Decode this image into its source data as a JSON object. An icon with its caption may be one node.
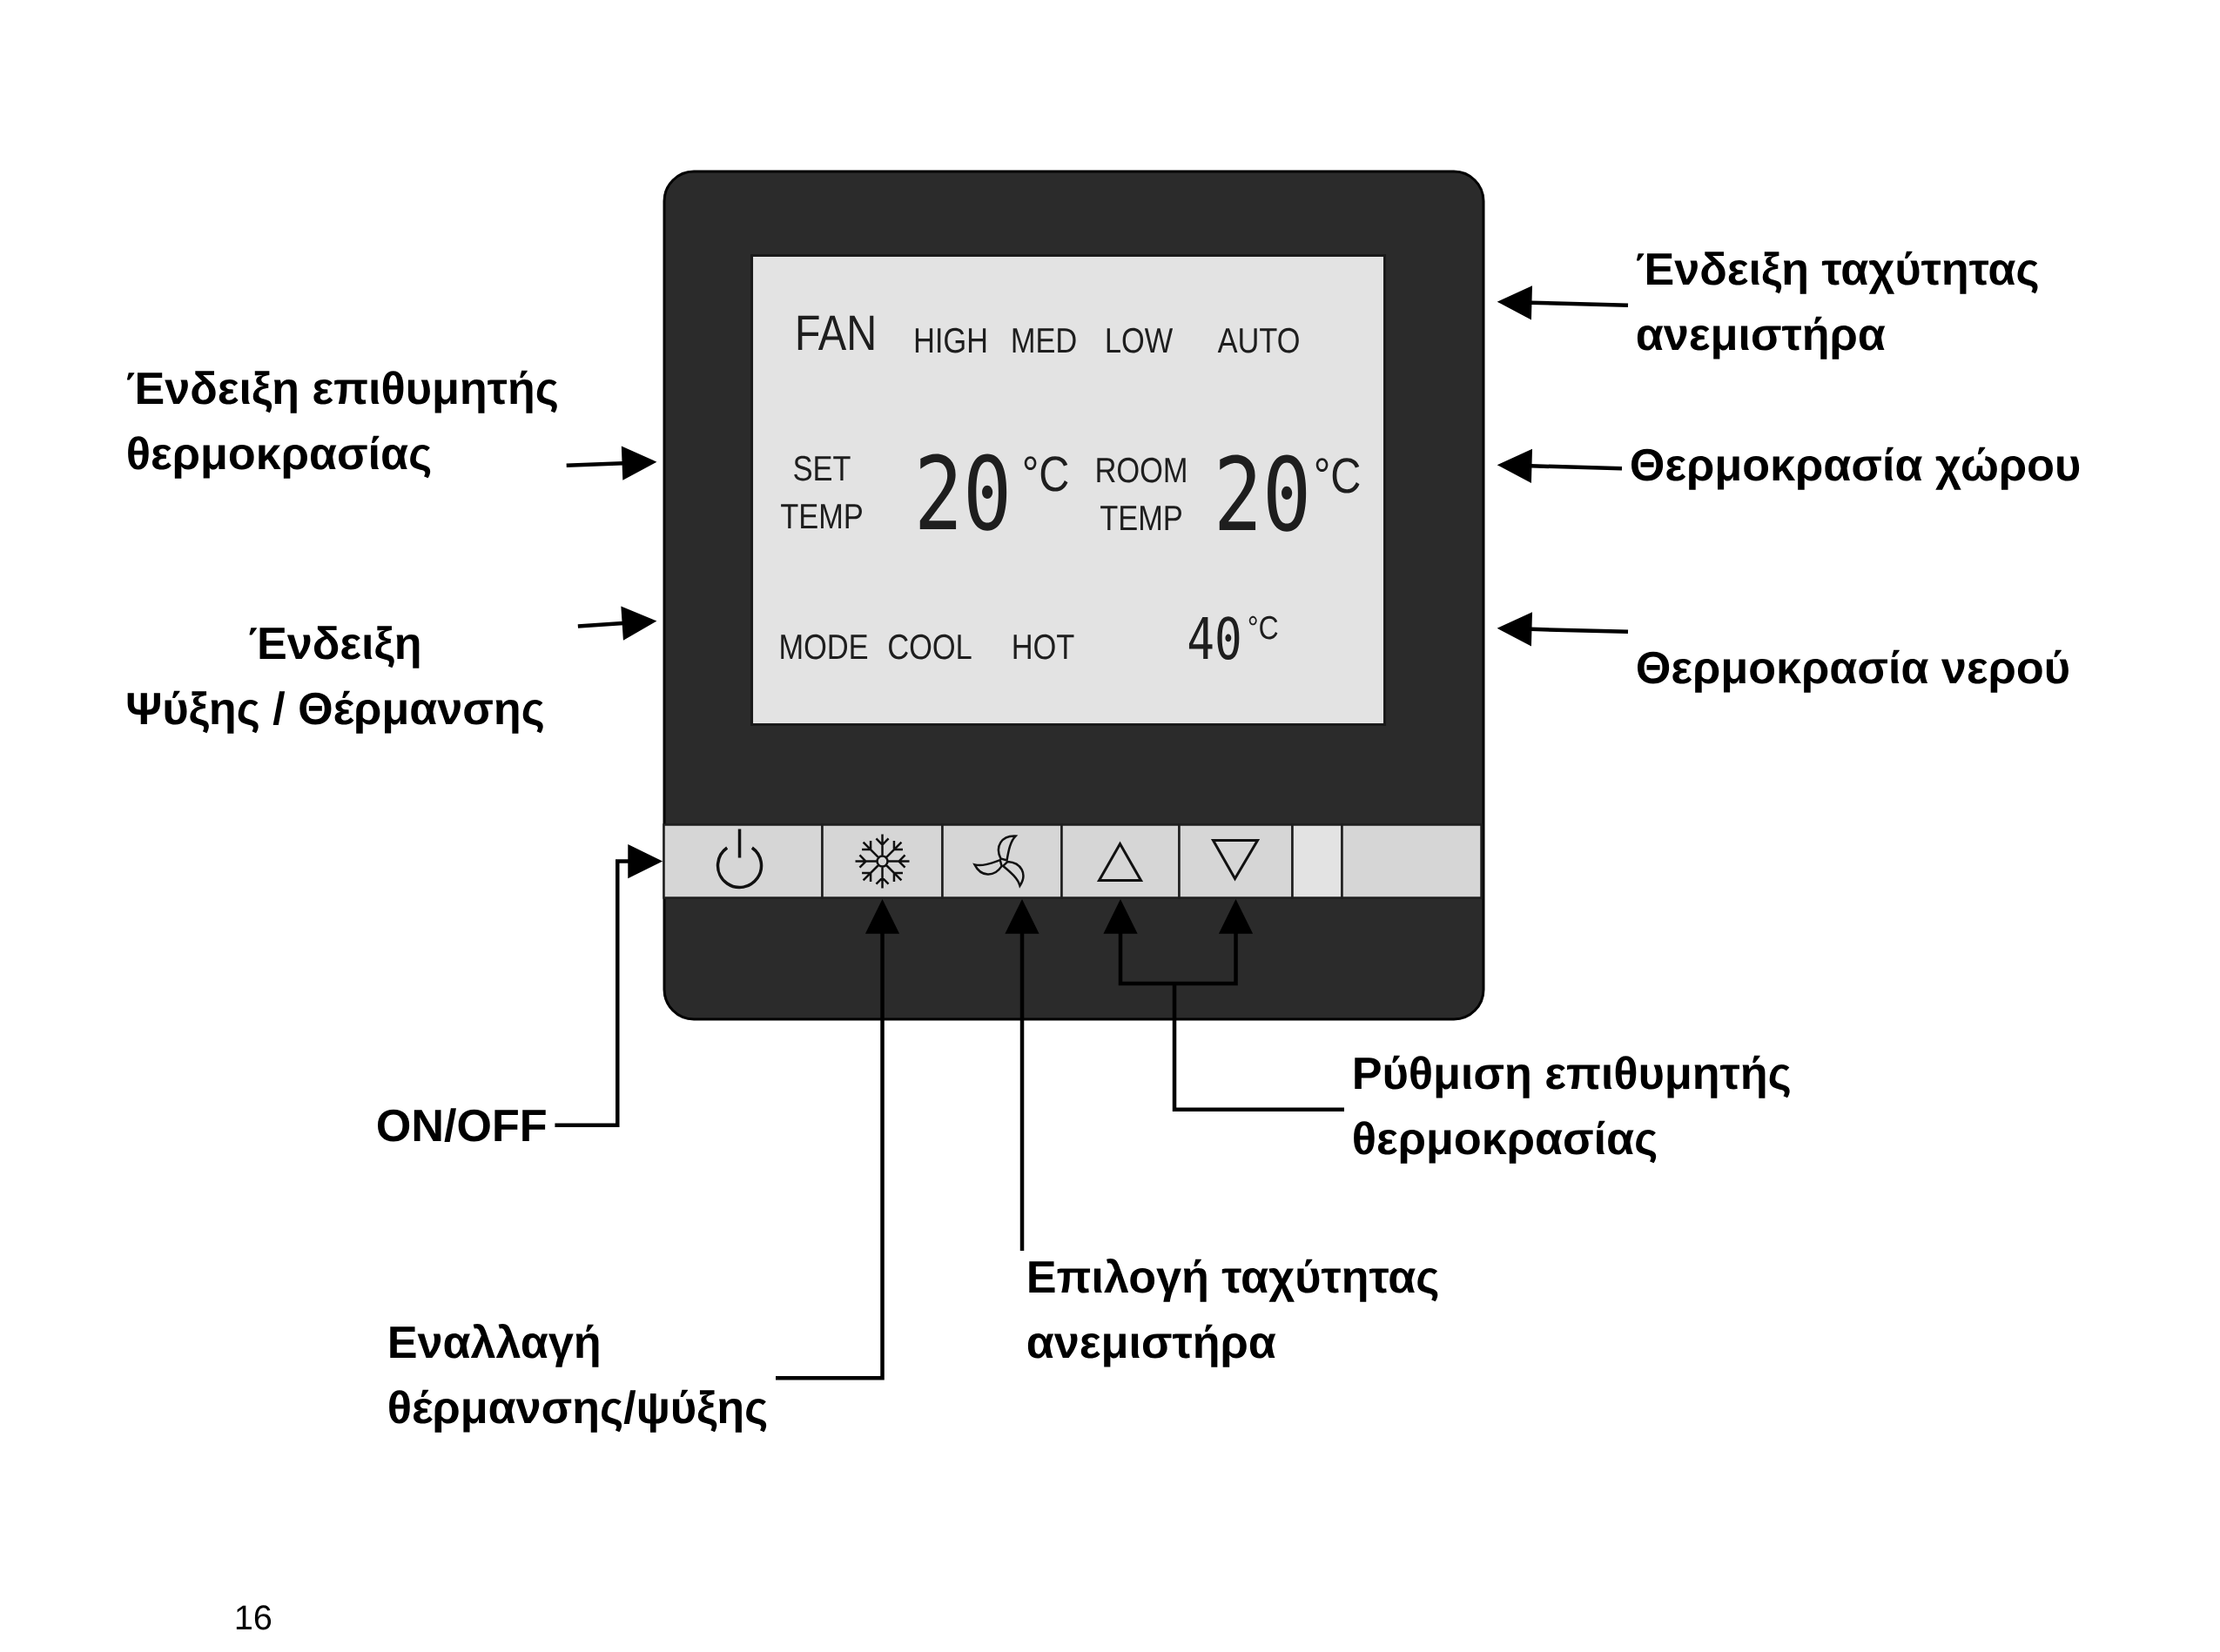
{
  "diagram": {
    "nodes": [
      {
        "text": [],
        "shape": "box"
      },
      {
        "text": [
          "FAN",
          "HIGH",
          "MED",
          "LOW",
          "AUTO",
          "SET TEMP",
          "20",
          "°C",
          "ROOM TEMP",
          "20",
          "°C",
          "MODE",
          "COOL",
          "HOT",
          "40",
          "°C"
        ],
        "in": 0
      },
      {
        "text": [
          "Ένδειξη ταχύτητας ανεμιστήρα"
        ]
      },
      {
        "text": [
          "Ένδειξη επιθυμητής θερμοκρασίας"
        ]
      },
      {
        "text": [
          "Θερμοκρασία χώρου"
        ]
      },
      {
        "text": [
          "Ένδειξη Ψύξης / Θέρμανσης"
        ]
      },
      {
        "text": [
          "Θερμοκρασία νερού"
        ]
      },
      {
        "text": [],
        "shape": "box",
        "in": 0
      },
      {
        "text": [],
        "shape": "box",
        "in": 0
      },
      {
        "text": [],
        "shape": "box",
        "in": 0
      },
      {
        "text": [],
        "shape": "box",
        "in": 0
      },
      {
        "text": [],
        "shape": "box",
        "in": 0
      },
      {
        "text": [],
        "shape": "box",
        "in": 0
      },
      {
        "text": [],
        "shape": "box",
        "in": 0
      },
      {
        "text": [
          "Ρύθμιση επιθυμητής θερμοκρασίας"
        ]
      },
      {
        "text": [
          "ON/OFF"
        ]
      },
      {
        "text": [
          "Επιλογή ταχύτητας ανεμιστήρα"
        ]
      },
      {
        "text": [
          "Εναλλαγή θέρμανσης/ψύξης"
        ]
      }
    ],
    "edges": [
      {
        "from": 2,
        "to": 0,
        "arrow": "to"
      },
      {
        "from": 3,
        "to": 0,
        "arrow": "to"
      },
      {
        "from": 4,
        "to": 0,
        "arrow": "to"
      },
      {
        "from": 5,
        "to": 0,
        "arrow": "to"
      },
      {
        "from": 6,
        "to": 0,
        "arrow": "to"
      },
      {
        "from": 14,
        "to": 10,
        "arrow": "to"
      },
      {
        "from": 14,
        "to": 11,
        "arrow": "to"
      },
      {
        "from": 15,
        "to": 7,
        "arrow": "to"
      },
      {
        "from": 16,
        "to": 9,
        "arrow": "to"
      },
      {
        "from": 17,
        "to": 8,
        "arrow": "to"
      }
    ],
    "labels": [
      "16"
    ]
  }
}
